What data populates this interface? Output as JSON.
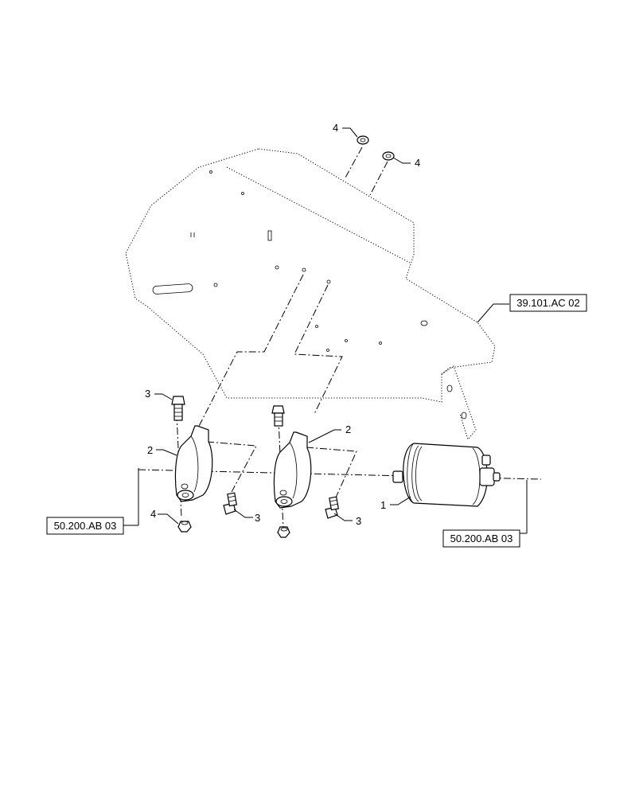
{
  "callouts": {
    "nut_top_left": "4",
    "nut_top_right": "4",
    "bolt_left": "3",
    "clamp_left": "2",
    "clamp_right": "2",
    "nut_bottom_left": "4",
    "bolt_lower_mid": "3",
    "bolt_lower_right": "3",
    "drier": "1"
  },
  "references": {
    "shield": "39.101.AC 02",
    "left": "50.200.AB 03",
    "right": "50.200.AB 03"
  }
}
